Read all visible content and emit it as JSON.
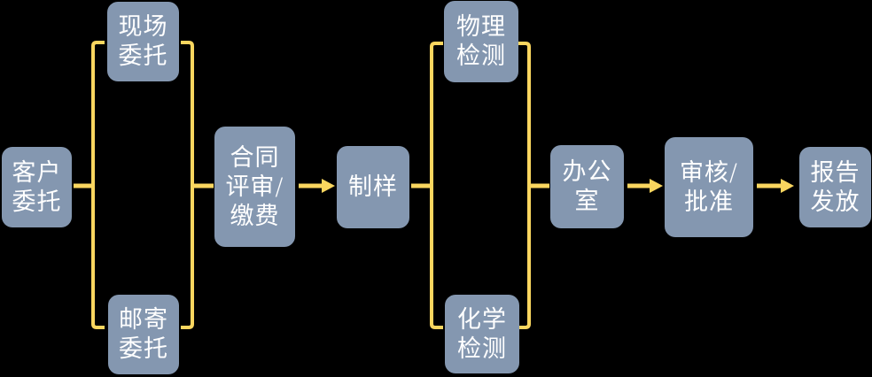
{
  "colors": {
    "background": "#000000",
    "node_fill": "#8497B0",
    "node_text": "#FFFFFF",
    "connector": "#FAD65F"
  },
  "diagram": {
    "type": "flowchart",
    "direction": "left-to-right",
    "nodes": {
      "customer": {
        "label": "客户委托",
        "lines": [
          "客户",
          "委托"
        ]
      },
      "onsite": {
        "label": "现场委托",
        "lines": [
          "现场",
          "委托"
        ]
      },
      "mail": {
        "label": "邮寄委托",
        "lines": [
          "邮寄",
          "委托"
        ]
      },
      "contract": {
        "label": "合同评审/缴费",
        "lines": [
          "合同",
          "评审/",
          "缴费"
        ]
      },
      "sample": {
        "label": "制样",
        "lines": [
          "制样"
        ]
      },
      "physical": {
        "label": "物理检测",
        "lines": [
          "物理",
          "检测"
        ]
      },
      "chemical": {
        "label": "化学检测",
        "lines": [
          "化学",
          "检测"
        ]
      },
      "office": {
        "label": "办公室",
        "lines": [
          "办公",
          "室"
        ]
      },
      "approval": {
        "label": "审核/批准",
        "lines": [
          "审核/",
          "批准"
        ]
      },
      "report": {
        "label": "报告发放",
        "lines": [
          "报告",
          "发放"
        ]
      }
    }
  }
}
